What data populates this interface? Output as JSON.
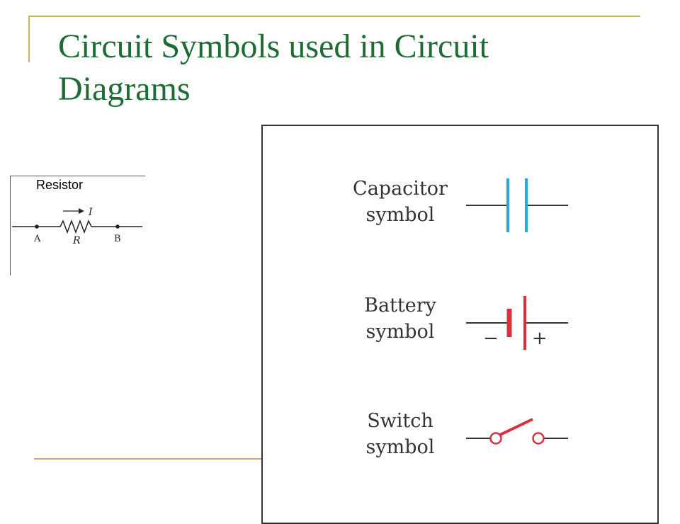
{
  "slide": {
    "title": "Circuit Symbols used in Circuit Diagrams",
    "accent_color": "#c8b45a",
    "title_color": "#1e6b35"
  },
  "resistor_figure": {
    "label": "Resistor",
    "node_a": "A",
    "node_b": "B",
    "resistance_label": "R",
    "current_label": "I"
  },
  "symbols_figure": {
    "capacitor": {
      "line1": "Capacitor",
      "line2": "symbol",
      "color": "#29a8e0"
    },
    "battery": {
      "line1": "Battery",
      "line2": "symbol",
      "minus": "−",
      "plus": "+",
      "color": "#d9303c"
    },
    "switch": {
      "line1": "Switch",
      "line2": "symbol",
      "color": "#d9303c"
    }
  }
}
